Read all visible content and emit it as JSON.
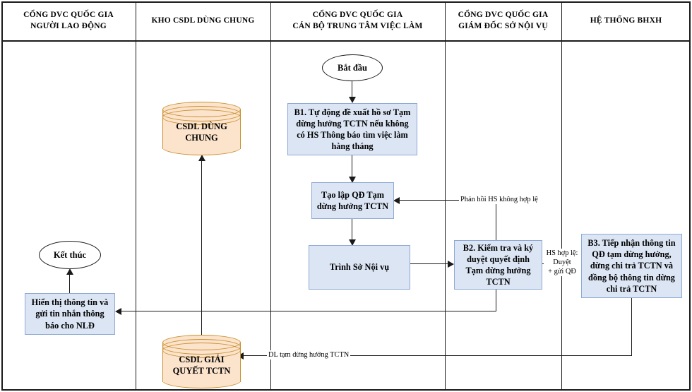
{
  "diagram": {
    "title": "Quy trinh Tam dung huong TCTN",
    "colors": {
      "process_fill": "#dbe5f4",
      "process_border": "#8ea9d4",
      "db_fill": "#fbe3cc",
      "db_border": "#c9902f",
      "line": "#1a1a1a",
      "background": "#ffffff"
    }
  },
  "lanes": [
    {
      "id": "lane-nld",
      "label": "CỔNG DVC QUỐC GIA\nNGƯỜI LAO ĐỘNG",
      "line1": "CỔNG DVC QUỐC GIA",
      "line2": "NGƯỜI LAO ĐỘNG"
    },
    {
      "id": "lane-kho",
      "label": "KHO CSDL DÙNG CHUNG",
      "line1": "KHO CSDL DÙNG CHUNG",
      "line2": ""
    },
    {
      "id": "lane-canbo",
      "label": "CỔNG DVC QUỐC GIA\nCÁN BỘ TRUNG TÂM VIỆC LÀM",
      "line1": "CỔNG DVC QUỐC GIA",
      "line2": "CÁN BỘ TRUNG TÂM VIỆC LÀM"
    },
    {
      "id": "lane-giamdoc",
      "label": "CỔNG DVC QUỐC GIA\nGIÁM ĐỐC SỞ NỘI VỤ",
      "line1": "CỔNG DVC QUỐC GIA",
      "line2": "GIÁM ĐỐC SỞ NỘI VỤ"
    },
    {
      "id": "lane-bhxh",
      "label": "HỆ THỐNG BHXH",
      "line1": "HỆ THỐNG BHXH",
      "line2": ""
    }
  ],
  "nodes": {
    "start": {
      "label": "Bắt đầu",
      "type": "terminator",
      "lane": "lane-canbo"
    },
    "end": {
      "label": "Kết thúc",
      "type": "terminator",
      "lane": "lane-nld"
    },
    "b1": {
      "label": "B1. Tự động đề xuất hồ sơ Tạm dừng hưởng TCTN nếu không có HS Thông báo tìm việc làm hàng tháng",
      "type": "process",
      "lane": "lane-canbo"
    },
    "taolap": {
      "label": "Tạo lập QĐ Tạm dừng hưởng TCTN",
      "type": "process",
      "lane": "lane-canbo"
    },
    "trinhso": {
      "label": "Trình Sở Nội vụ",
      "type": "process",
      "lane": "lane-canbo"
    },
    "b2": {
      "label": "B2. Kiểm tra và ký duyệt quyết định Tạm dừng hưởng TCTN",
      "type": "process",
      "lane": "lane-giamdoc"
    },
    "b3": {
      "label": "B3. Tiếp nhận thông tin QĐ tạm dừng hưởng, dừng chi trả TCTN và đồng bộ thông tin dừng chi trả TCTN",
      "type": "process",
      "lane": "lane-bhxh"
    },
    "hienthi": {
      "label": "Hiển thị thông tin và gửi tin nhắn thông báo cho NLĐ",
      "type": "process",
      "lane": "lane-nld"
    },
    "db_chung": {
      "label": "CSDL DÙNG CHUNG",
      "type": "database",
      "lane": "lane-kho",
      "line1": "CSDL DÙNG",
      "line2": "CHUNG"
    },
    "db_tctn": {
      "label": "CSDL GIẢI QUYẾT TCTN",
      "type": "database",
      "lane": "lane-kho",
      "line1": "CSDL GIẢI",
      "line2": "QUYẾT TCTN"
    }
  },
  "edges": [
    {
      "id": "e-start-b1",
      "from": "start",
      "to": "b1",
      "label": ""
    },
    {
      "id": "e-b1-taolap",
      "from": "b1",
      "to": "taolap",
      "label": ""
    },
    {
      "id": "e-taolap-trinhso",
      "from": "taolap",
      "to": "trinhso",
      "label": ""
    },
    {
      "id": "e-trinhso-b2",
      "from": "trinhso",
      "to": "b2",
      "label": ""
    },
    {
      "id": "e-b2-taolap",
      "from": "b2",
      "to": "taolap",
      "label": "Phản hồi HS không hợp lệ"
    },
    {
      "id": "e-b2-b3",
      "from": "b2",
      "to": "b3",
      "label": "HS hợp lệ: Duyệt + gửi QĐ",
      "label_l1": "HS hợp lệ:",
      "label_l2": "Duyệt",
      "label_l3": "+ gửi QĐ"
    },
    {
      "id": "e-b2-hienthi",
      "from": "b2",
      "to": "hienthi",
      "label": ""
    },
    {
      "id": "e-b3-db",
      "from": "b3",
      "to": "db_tctn",
      "label": "DL tạm dừng hưởng TCTN"
    },
    {
      "id": "e-db-db",
      "from": "db_tctn",
      "to": "db_chung",
      "label": ""
    },
    {
      "id": "e-hienthi-end",
      "from": "hienthi",
      "to": "end",
      "label": ""
    }
  ]
}
